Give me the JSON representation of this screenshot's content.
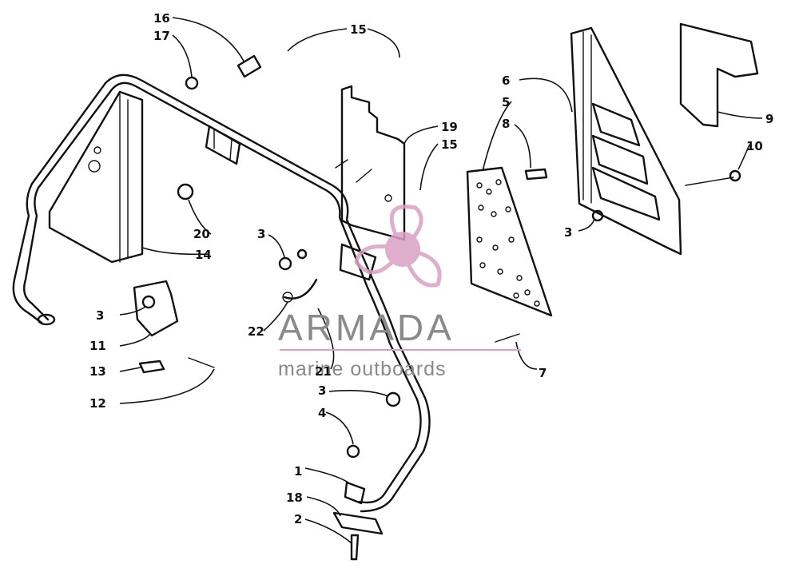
{
  "callouts": [
    {
      "id": "c1",
      "label": "1"
    },
    {
      "id": "c2",
      "label": "2"
    },
    {
      "id": "c3a",
      "label": "3"
    },
    {
      "id": "c3b",
      "label": "3"
    },
    {
      "id": "c3c",
      "label": "3"
    },
    {
      "id": "c3d",
      "label": "3"
    },
    {
      "id": "c4",
      "label": "4"
    },
    {
      "id": "c5",
      "label": "5"
    },
    {
      "id": "c6",
      "label": "6"
    },
    {
      "id": "c7",
      "label": "7"
    },
    {
      "id": "c8",
      "label": "8"
    },
    {
      "id": "c9",
      "label": "9"
    },
    {
      "id": "c10",
      "label": "10"
    },
    {
      "id": "c11",
      "label": "11"
    },
    {
      "id": "c12",
      "label": "12"
    },
    {
      "id": "c13",
      "label": "13"
    },
    {
      "id": "c14",
      "label": "14"
    },
    {
      "id": "c15a",
      "label": "15"
    },
    {
      "id": "c15b",
      "label": "15"
    },
    {
      "id": "c16",
      "label": "16"
    },
    {
      "id": "c17",
      "label": "17"
    },
    {
      "id": "c18",
      "label": "18"
    },
    {
      "id": "c19",
      "label": "19"
    },
    {
      "id": "c20",
      "label": "20"
    },
    {
      "id": "c21",
      "label": "21"
    },
    {
      "id": "c22",
      "label": "22"
    }
  ],
  "watermark": {
    "title": "ARMADA",
    "subtitle": "marine outboards",
    "logo_color": "#d9a0c4",
    "text_color": "#8a8a8a"
  }
}
